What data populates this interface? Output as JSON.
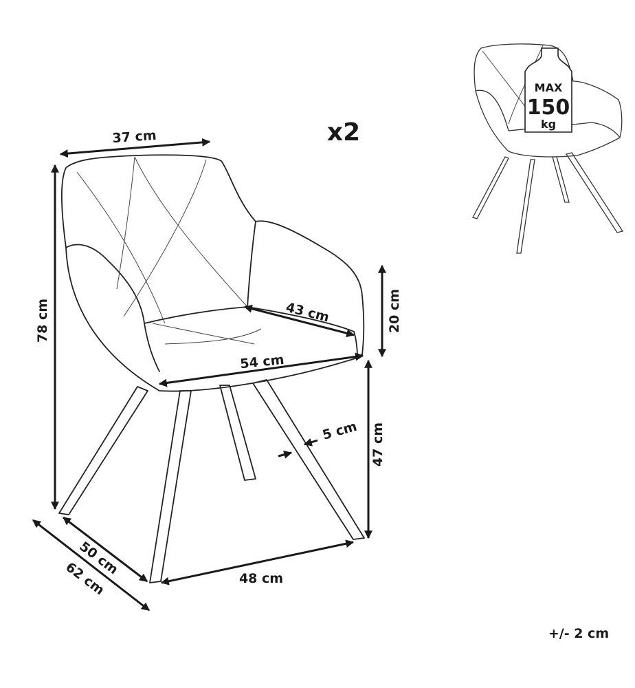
{
  "quantity": "x2",
  "tolerance": "+/- 2 cm",
  "weight_badge": {
    "max": "MAX",
    "value": "150",
    "unit": "kg"
  },
  "dimensions": {
    "back_width": "37 cm",
    "total_height": "78 cm",
    "armrest_height": "20 cm",
    "seat_depth": "43 cm",
    "seat_width": "54 cm",
    "leg_width": "5 cm",
    "seat_height": "47 cm",
    "base_depth": "50 cm",
    "total_depth": "62 cm",
    "base_width": "48 cm"
  },
  "colors": {
    "line": "#222222",
    "text": "#1a1a1a",
    "background": "#ffffff"
  }
}
